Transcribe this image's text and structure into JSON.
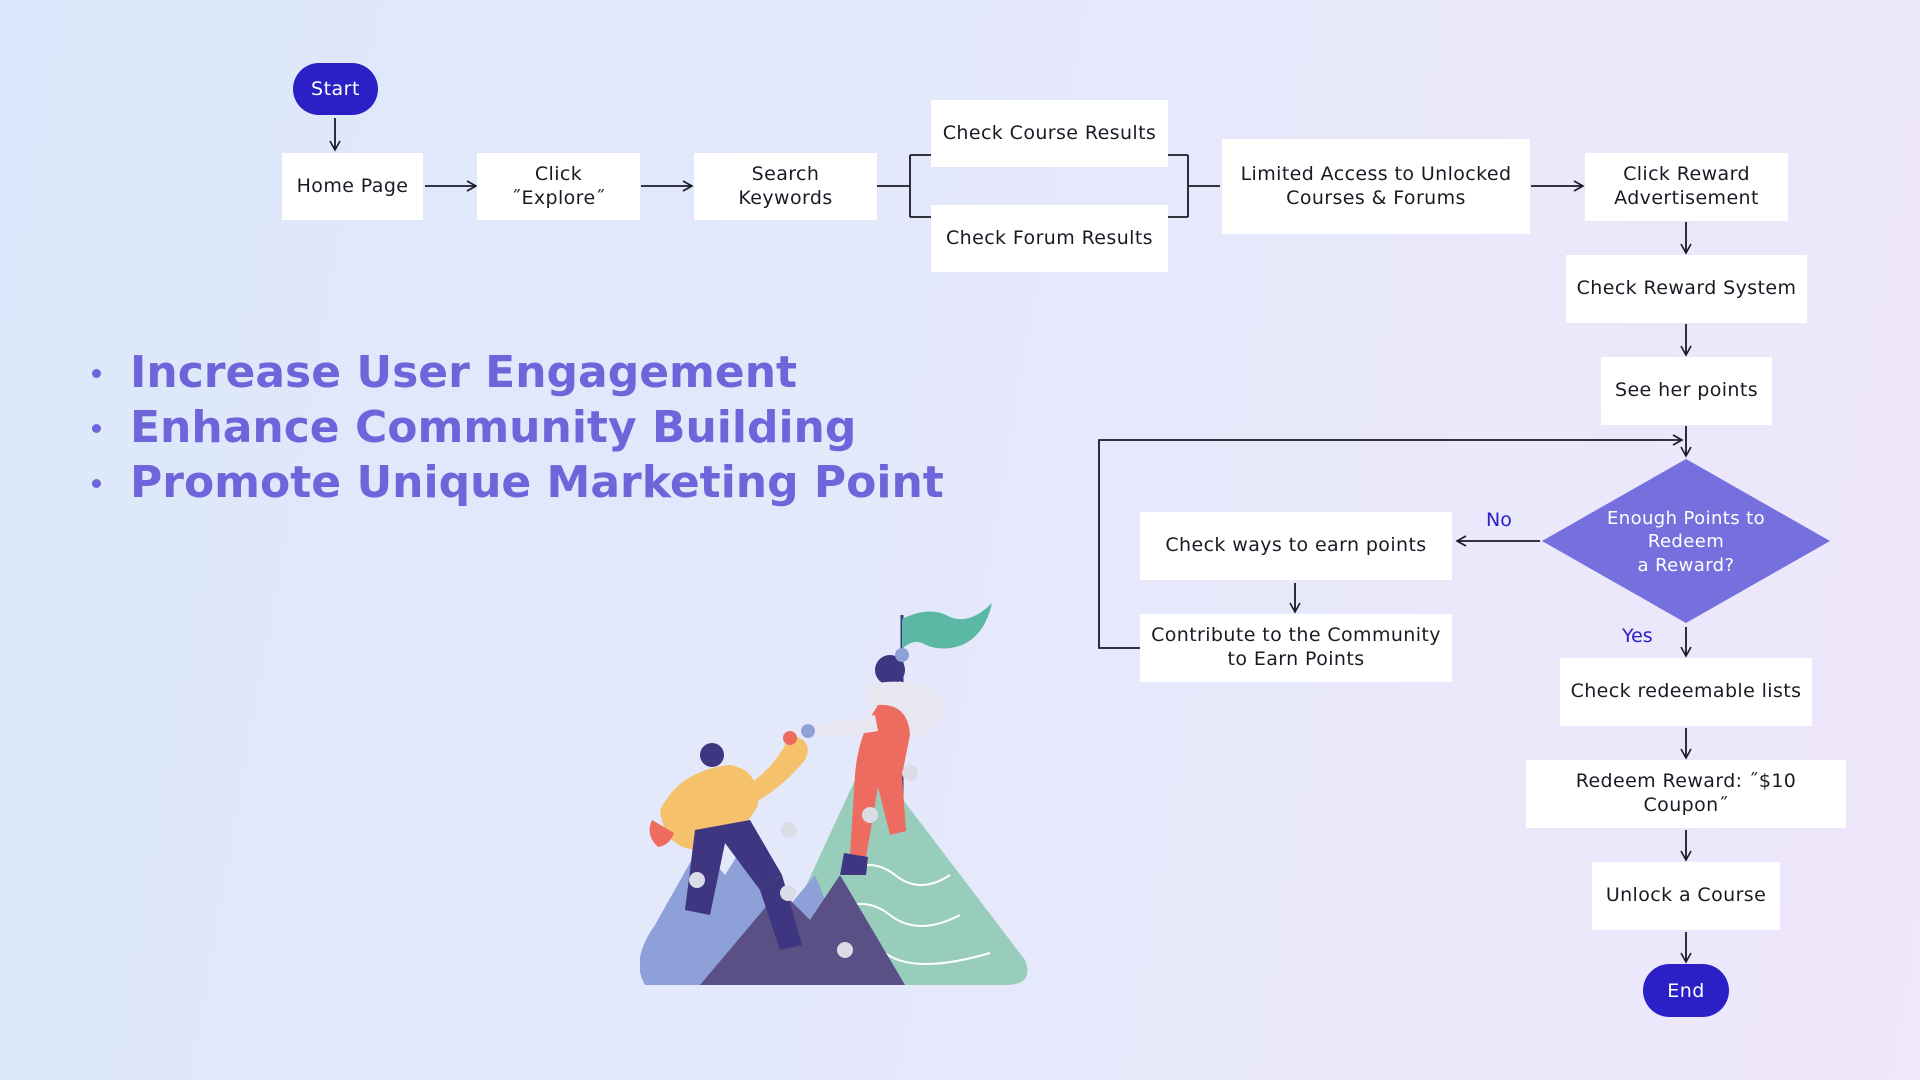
{
  "colors": {
    "terminal": "#2b20c6",
    "decision": "#766fde",
    "goals_text": "#6d65d9",
    "connector": "#1a1a24",
    "branch_label": "#2b20c6"
  },
  "flow": {
    "start": "Start",
    "home_page": "Home Page",
    "click_explore": "Click ˝Explore˝",
    "search_keywords": "Search Keywords",
    "check_course_results": "Check Course Results",
    "check_forum_results": "Check Forum Results",
    "limited_access_line1": "Limited Access to Unlocked",
    "limited_access_line2": "Courses & Forums",
    "click_reward_line1": "Click Reward",
    "click_reward_line2": "Advertisement",
    "check_reward_system": "Check Reward System",
    "see_her_points": "See her points",
    "decision_line1": "Enough Points to",
    "decision_line2": "Redeem",
    "decision_line3": "a Reward?",
    "no_label": "No",
    "yes_label": "Yes",
    "check_ways": "Check ways to earn points",
    "contribute_line1": "Contribute to the Community",
    "contribute_line2": "to Earn Points",
    "check_redeemable": "Check redeemable lists",
    "redeem_reward": "Redeem Reward: ˝$10 Coupon˝",
    "unlock_course": "Unlock a Course",
    "end": "End"
  },
  "goals": [
    "Increase User Engagement",
    "Enhance Community Building",
    "Promote Unique Marketing Point"
  ],
  "illustration": {
    "icon": "mountain-climbers-illustration",
    "colors": {
      "flag": "#5bb8a4",
      "mountain_green": "#98cdbc",
      "mountain_blue": "#8ea0d8",
      "mountain_dark": "#5a5086",
      "climber_top": "#ee6b5f",
      "climber_bottom": "#f5c26b",
      "pants": "#3e3680"
    }
  }
}
